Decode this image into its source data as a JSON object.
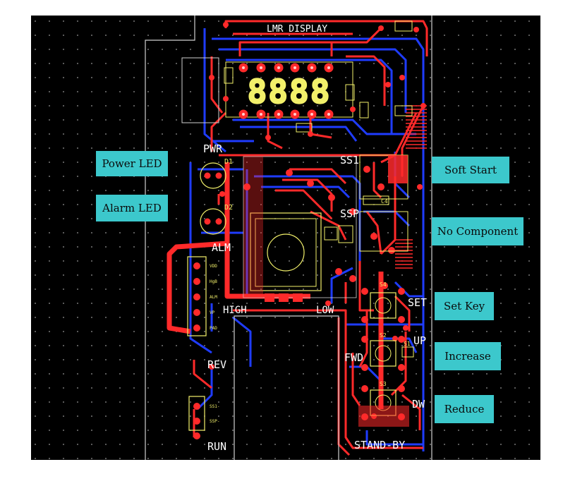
{
  "colors": {
    "background": "#000000",
    "grid_dot": "#9a9a9a",
    "top_trace": "#ff2a2a",
    "bottom_trace": "#1f3cff",
    "silkscreen": "#f2f06a",
    "board_outline": "#d0d0d0",
    "callout_bg": "#3cc8cc"
  },
  "callouts": {
    "power_led": "Power LED",
    "alarm_led": "Alarm LED",
    "soft_start": "Soft Start",
    "no_component": "No Component",
    "set_key": "Set Key",
    "increase": "Increase",
    "reduce": "Reduce"
  },
  "board": {
    "title": "LMR DISPLAY",
    "display_digits": "8888",
    "labels": {
      "pwr": "PWR",
      "d1": "D1",
      "d2": "D2",
      "alm": "ALM",
      "ss1": "SS1",
      "ssp": "SSP",
      "set": "SET",
      "up": "UP",
      "dw": "DW",
      "fwd": "FWD",
      "rev": "REV",
      "run": "RUN",
      "high": "HIGH",
      "low": "LOW",
      "stand_by": "STAND-BY",
      "s1": "S1",
      "s2": "S2",
      "s3": "S3",
      "s4": "S4",
      "c4": "C4"
    },
    "connector_pins": [
      "VDD",
      "HgB",
      "ALM",
      "VP",
      "PAD"
    ],
    "connector2_pins": [
      "SS1-",
      "SSP-"
    ]
  }
}
